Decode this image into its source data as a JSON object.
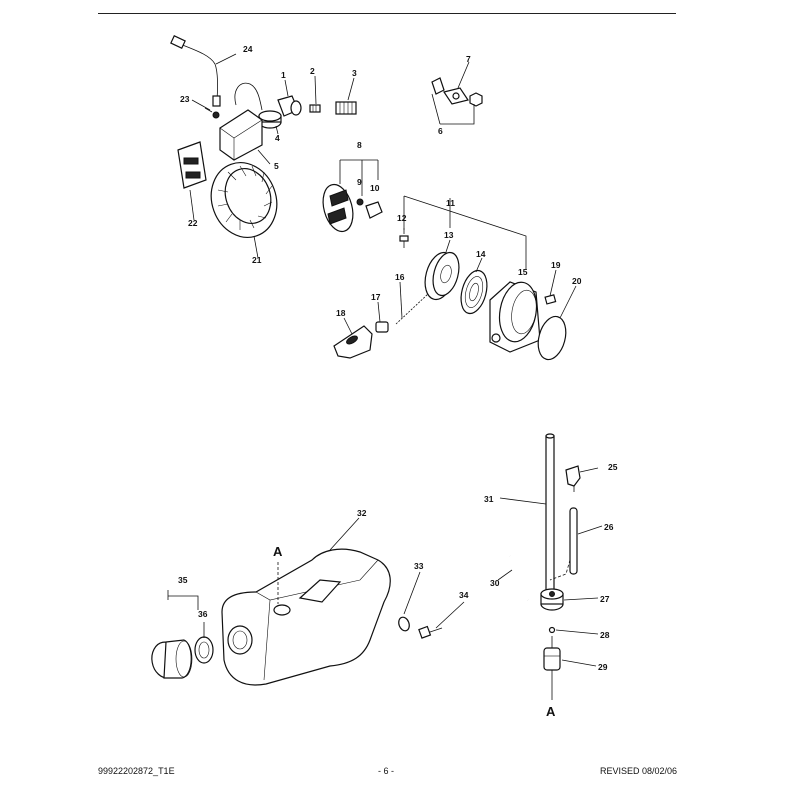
{
  "callouts": {
    "n1": "1",
    "n2": "2",
    "n3": "3",
    "n4": "4",
    "n5": "5",
    "n6": "6",
    "n7": "7",
    "n8": "8",
    "n9": "9",
    "n10": "10",
    "n11": "11",
    "n12": "12",
    "n13": "13",
    "n14": "14",
    "n15": "15",
    "n16": "16",
    "n17": "17",
    "n18": "18",
    "n19": "19",
    "n20": "20",
    "n21": "21",
    "n22": "22",
    "n23": "23",
    "n24": "24",
    "n25": "25",
    "n26": "26",
    "n27": "27",
    "n28": "28",
    "n29": "29",
    "n30": "30",
    "n31": "31",
    "n32": "32",
    "n33": "33",
    "n34": "34",
    "n35": "35",
    "n36": "36",
    "a1": "A",
    "a2": "A"
  },
  "footer": {
    "doc_id": "99922202872_T1E",
    "page": "- 6 -",
    "revised": "REVISED 08/02/06"
  }
}
